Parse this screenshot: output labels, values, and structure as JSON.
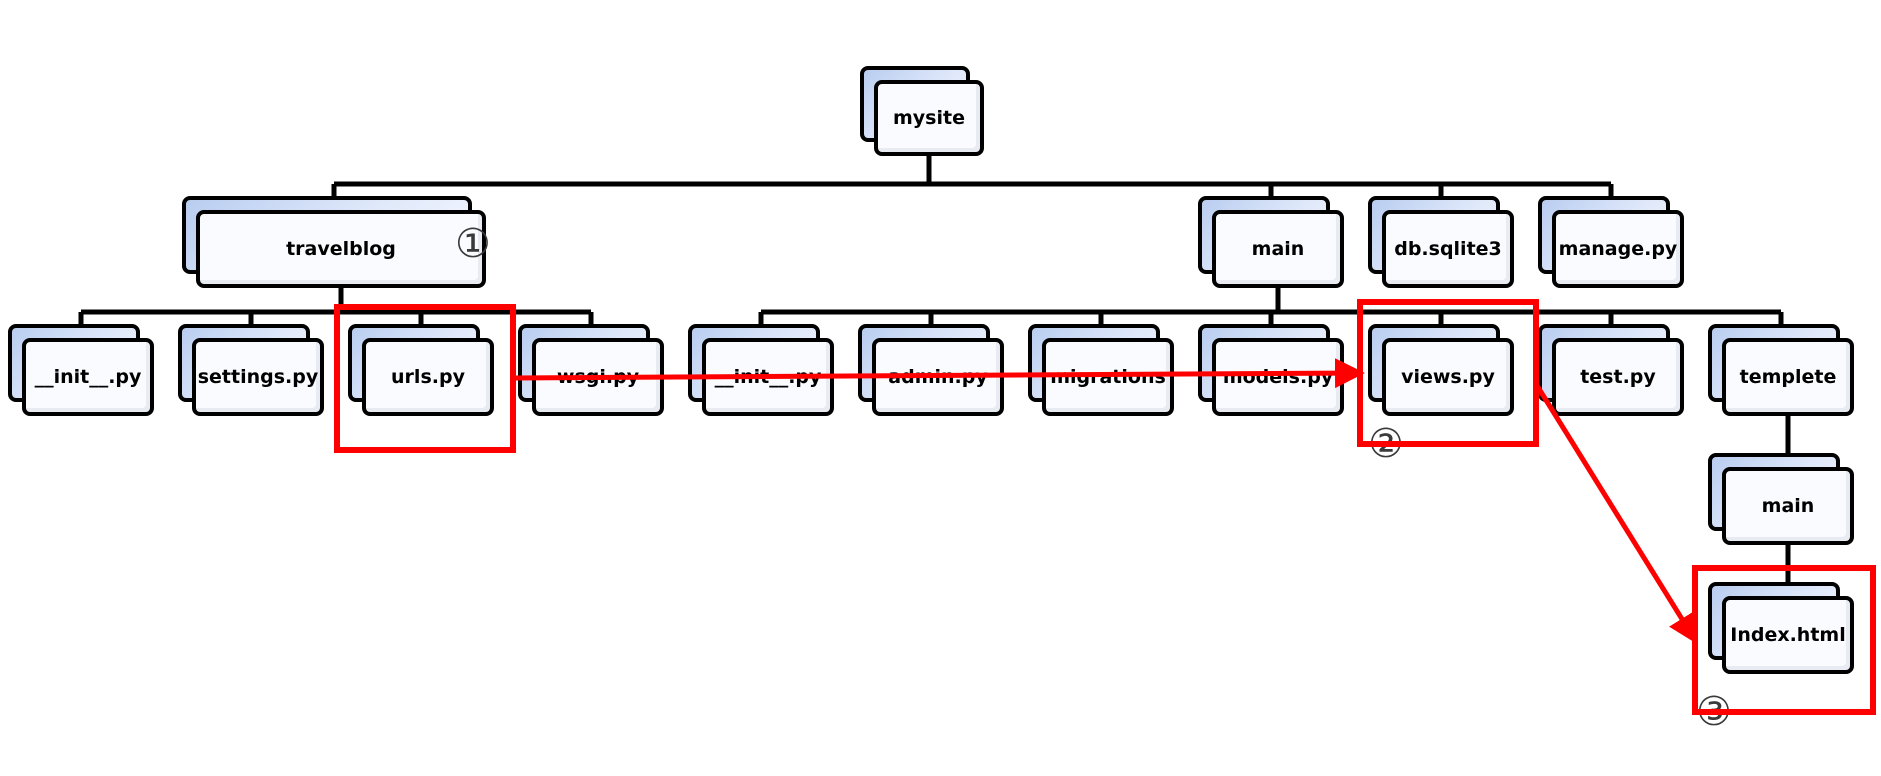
{
  "diagram": {
    "nodes": [
      {
        "id": "mysite",
        "label": "mysite"
      },
      {
        "id": "travelblog",
        "label": "travelblog"
      },
      {
        "id": "main",
        "label": "main"
      },
      {
        "id": "db",
        "label": "db.sqlite3"
      },
      {
        "id": "manage",
        "label": "manage.py"
      },
      {
        "id": "tb_init",
        "label": "__init__.py"
      },
      {
        "id": "settings",
        "label": "settings.py"
      },
      {
        "id": "urls",
        "label": "urls.py"
      },
      {
        "id": "wsgi",
        "label": "wsgi.py"
      },
      {
        "id": "main_init",
        "label": "__init__.py"
      },
      {
        "id": "admin",
        "label": "admin.py"
      },
      {
        "id": "migrations",
        "label": "migrations"
      },
      {
        "id": "models",
        "label": "models.py"
      },
      {
        "id": "views",
        "label": "views.py"
      },
      {
        "id": "test",
        "label": "test.py"
      },
      {
        "id": "templete",
        "label": "templete"
      },
      {
        "id": "tmain",
        "label": "main"
      },
      {
        "id": "index",
        "label": "Index.html"
      }
    ],
    "edges": [
      [
        "mysite",
        "travelblog"
      ],
      [
        "mysite",
        "main"
      ],
      [
        "mysite",
        "db"
      ],
      [
        "mysite",
        "manage"
      ],
      [
        "travelblog",
        "tb_init"
      ],
      [
        "travelblog",
        "settings"
      ],
      [
        "travelblog",
        "urls"
      ],
      [
        "travelblog",
        "wsgi"
      ],
      [
        "main",
        "main_init"
      ],
      [
        "main",
        "admin"
      ],
      [
        "main",
        "migrations"
      ],
      [
        "main",
        "models"
      ],
      [
        "main",
        "views"
      ],
      [
        "main",
        "test"
      ],
      [
        "main",
        "templete"
      ],
      [
        "templete",
        "tmain"
      ],
      [
        "tmain",
        "index"
      ]
    ],
    "steps": [
      {
        "id": "urls",
        "number": "①"
      },
      {
        "id": "views",
        "number": "②"
      },
      {
        "id": "index",
        "number": "③"
      }
    ],
    "flow": [
      [
        "urls",
        "views"
      ],
      [
        "views",
        "index"
      ]
    ],
    "colors": {
      "highlight": "#ff0000",
      "line": "#000000",
      "node_back": "#c6d6f3",
      "node_front": "#fafbfe"
    }
  }
}
